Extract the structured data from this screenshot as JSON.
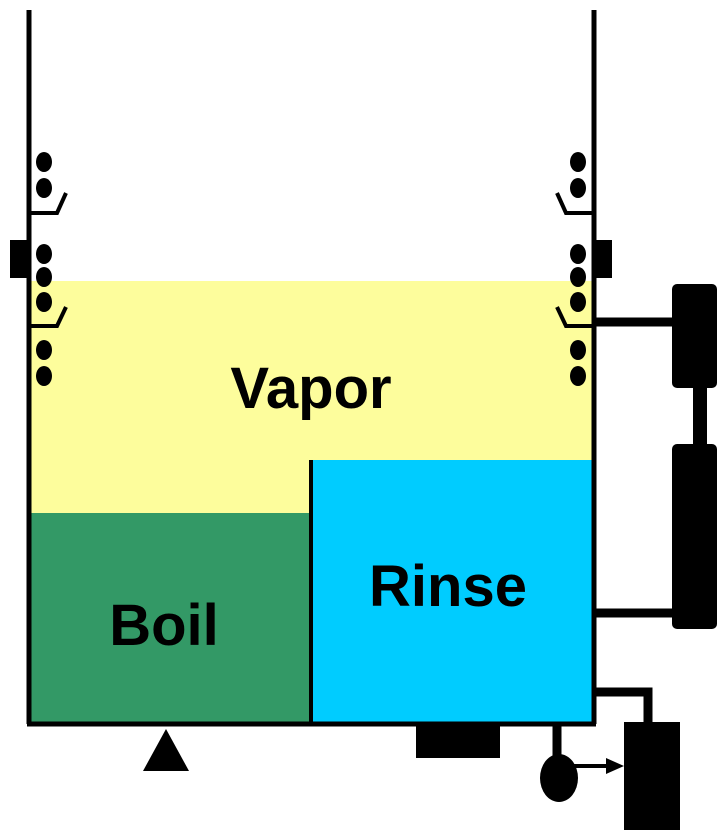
{
  "diagram": {
    "zones": {
      "vapor": {
        "label": "Vapor",
        "color": "#FDFD9C"
      },
      "boil": {
        "label": "Boil",
        "color": "#339966"
      },
      "rinse": {
        "label": "Rinse",
        "color": "#00CCFF"
      }
    },
    "line_color": "#000000"
  }
}
